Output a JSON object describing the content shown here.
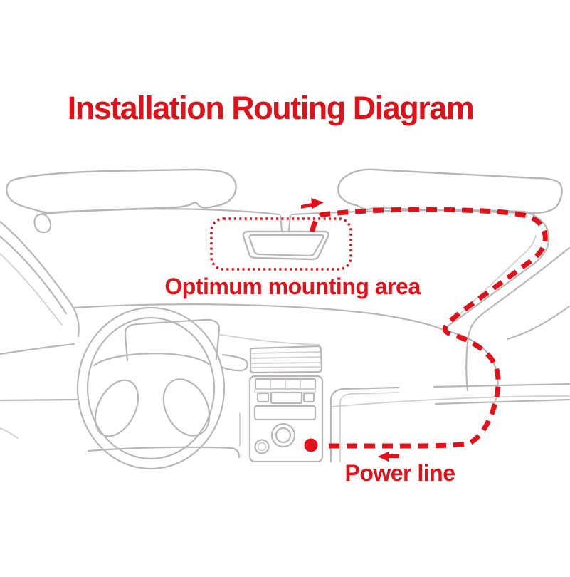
{
  "title": "Installation Routing Diagram",
  "annotations": {
    "mounting_area_label": "Optimum mounting area",
    "power_line_label": "Power line"
  },
  "diagram": {
    "type": "installation-routing",
    "subject": "car interior line drawing with dashcam cable routing",
    "parts": [
      "left-sun-visor",
      "right-sun-visor",
      "rearview-mirror",
      "mirror-stem",
      "windshield-header-line",
      "left-a-pillar",
      "right-a-pillar",
      "dashboard-brow",
      "steering-wheel",
      "instrument-cluster",
      "center-vent-grille",
      "center-console",
      "radio-stack",
      "volume-knob",
      "small-knob",
      "door-panel-lines",
      "knee-bolster"
    ],
    "annotations_graphics": [
      "optimum-mounting-dotted-box",
      "cable-routing-dashed-path",
      "power-socket-dot",
      "routing-start-arrow",
      "power-line-arrow"
    ],
    "routing_description": "dashed red line from rearview mirror up to headliner, across top of windshield, down right A-pillar, around dashboard edge, left along dash to power socket dot"
  },
  "colors": {
    "accent_red": "#e01119",
    "line_gray": "#bab6b7",
    "line_gray_light": "#d2cfd0",
    "background": "#ffffff"
  }
}
